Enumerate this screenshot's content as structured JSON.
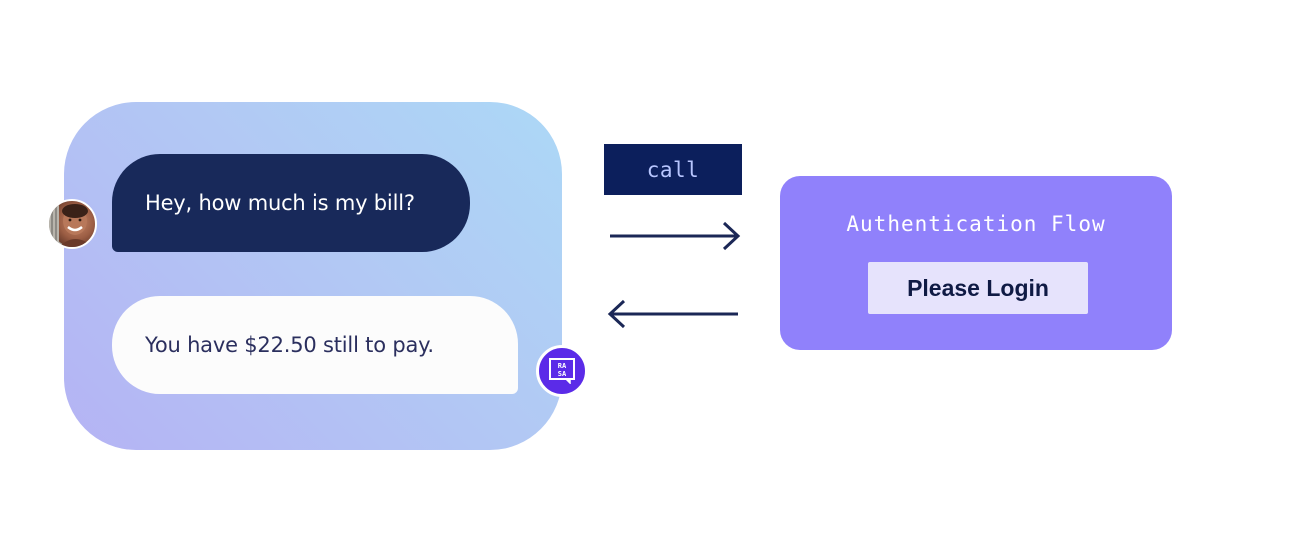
{
  "chat": {
    "user_message": "Hey, how much is my bill?",
    "bot_message": "You have $22.50 still to pay."
  },
  "connector": {
    "call_label": "call"
  },
  "flow": {
    "title": "Authentication Flow",
    "button_label": "Please Login"
  },
  "bot_logo_text": "RASA",
  "colors": {
    "user_bubble": "#18295a",
    "bot_bubble": "#fcfcfc",
    "call_label_bg": "#0c1f5c",
    "flow_box": "#9081fb",
    "login_button": "#e6e3fc",
    "bot_avatar": "#5b2be8",
    "arrow": "#1b2756"
  },
  "icons": [
    "user-avatar",
    "rasa-logo-icon",
    "arrow-right-icon",
    "arrow-left-icon"
  ]
}
